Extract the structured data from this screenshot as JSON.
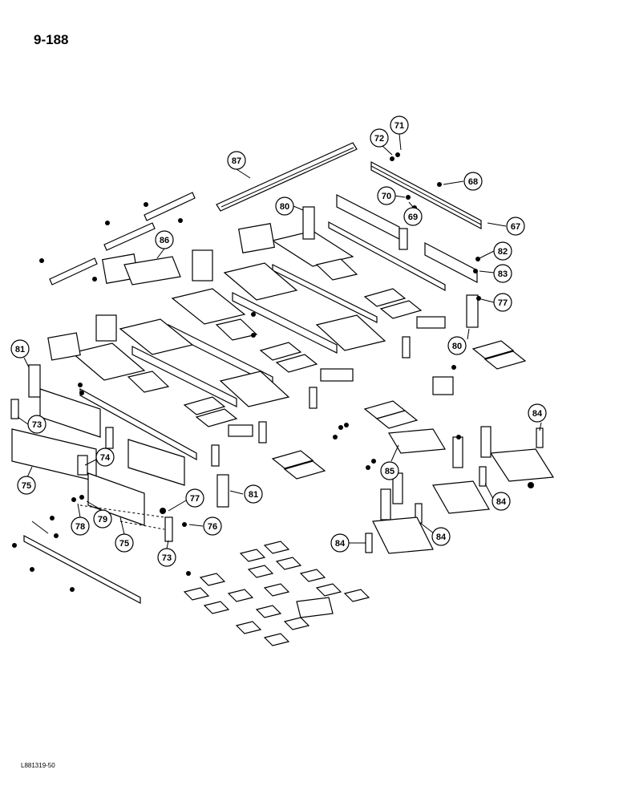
{
  "page": {
    "number": "9-188",
    "doc_code": "L881319-50"
  },
  "colors": {
    "ink": "#000000",
    "paper": "#ffffff"
  },
  "callouts": [
    {
      "id": "c87",
      "label": "87"
    },
    {
      "id": "c71",
      "label": "71"
    },
    {
      "id": "c72",
      "label": "72"
    },
    {
      "id": "c68",
      "label": "68"
    },
    {
      "id": "c70",
      "label": "70"
    },
    {
      "id": "c69",
      "label": "69"
    },
    {
      "id": "c67",
      "label": "67"
    },
    {
      "id": "c80a",
      "label": "80"
    },
    {
      "id": "c86",
      "label": "86"
    },
    {
      "id": "c82",
      "label": "82"
    },
    {
      "id": "c83",
      "label": "83"
    },
    {
      "id": "c77a",
      "label": "77"
    },
    {
      "id": "c80b",
      "label": "80"
    },
    {
      "id": "c81a",
      "label": "81"
    },
    {
      "id": "c73a",
      "label": "73"
    },
    {
      "id": "c74",
      "label": "74"
    },
    {
      "id": "c75a",
      "label": "75"
    },
    {
      "id": "c78",
      "label": "78"
    },
    {
      "id": "c79",
      "label": "79"
    },
    {
      "id": "c75b",
      "label": "75"
    },
    {
      "id": "c77b",
      "label": "77"
    },
    {
      "id": "c76",
      "label": "76"
    },
    {
      "id": "c73b",
      "label": "73"
    },
    {
      "id": "c81b",
      "label": "81"
    },
    {
      "id": "c85",
      "label": "85"
    },
    {
      "id": "c84a",
      "label": "84"
    },
    {
      "id": "c84b",
      "label": "84"
    },
    {
      "id": "c84c",
      "label": "84"
    },
    {
      "id": "c84d",
      "label": "84"
    }
  ]
}
